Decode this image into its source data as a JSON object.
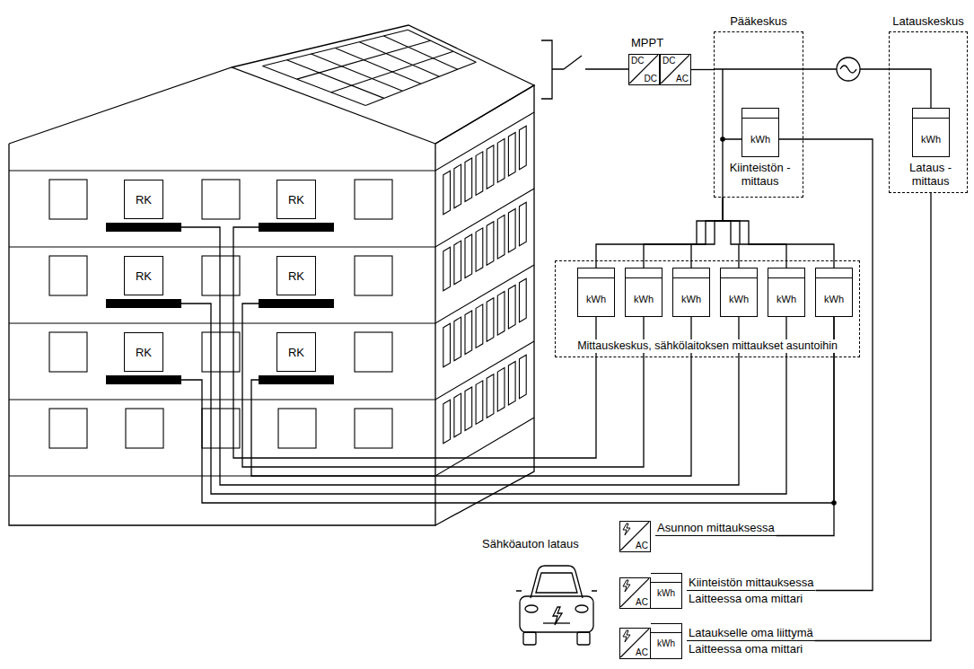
{
  "diagram": {
    "nodes": [
      {
        "text": [
          "Pääkeskus"
        ]
      },
      {
        "text": [
          "kWh",
          "Kiinteistön -mittaus"
        ],
        "in": 0
      },
      {
        "text": [
          "Latauskeskus"
        ]
      },
      {
        "text": [
          "kWh",
          "Lataus -mittaus"
        ],
        "in": 2
      },
      {
        "text": [
          "Mittauskeskus, sähkölaitoksen mittaukset asuntoihin"
        ]
      },
      {
        "text": [
          "kWh"
        ],
        "in": 4
      },
      {
        "text": [
          "kWh"
        ],
        "in": 4
      },
      {
        "text": [
          "kWh"
        ],
        "in": 4
      },
      {
        "text": [
          "kWh"
        ],
        "in": 4
      },
      {
        "text": [
          "kWh"
        ],
        "in": 4
      },
      {
        "text": [
          "kWh"
        ],
        "in": 4
      },
      {
        "text": [
          "DC",
          "DC"
        ]
      },
      {
        "text": [
          "DC",
          "AC"
        ]
      },
      {
        "text": [
          "RK"
        ]
      },
      {
        "text": [
          "RK"
        ]
      },
      {
        "text": [
          "RK"
        ]
      },
      {
        "text": [
          "RK"
        ]
      },
      {
        "text": [
          "RK"
        ]
      },
      {
        "text": [
          "RK"
        ]
      },
      {
        "text": [
          "AC",
          "Asunnon mittauksessa"
        ]
      },
      {
        "text": [
          "AC",
          "kWh",
          "Kiinteistön mittauksessa",
          "Laitteessa oma mittari"
        ]
      },
      {
        "text": [
          "AC",
          "kWh",
          "Lataukselle oma liittymä",
          "Laitteessa oma mittari"
        ]
      }
    ],
    "edges": [
      {
        "from": 12,
        "to": 0,
        "arrow": "none"
      },
      {
        "from": 0,
        "to": 3,
        "arrow": "none"
      },
      {
        "from": 5,
        "to": 0,
        "arrow": "none"
      },
      {
        "from": 6,
        "to": 0,
        "arrow": "none"
      },
      {
        "from": 7,
        "to": 0,
        "arrow": "none"
      },
      {
        "from": 8,
        "to": 0,
        "arrow": "none"
      },
      {
        "from": 9,
        "to": 0,
        "arrow": "none"
      },
      {
        "from": 10,
        "to": 0,
        "arrow": "none"
      },
      {
        "from": 1,
        "to": 20,
        "arrow": "none"
      },
      {
        "from": 2,
        "to": 21,
        "arrow": "none"
      },
      {
        "from": 14,
        "to": 5,
        "arrow": "none"
      },
      {
        "from": 16,
        "to": 6,
        "arrow": "none"
      },
      {
        "from": 18,
        "to": 7,
        "arrow": "none"
      },
      {
        "from": 13,
        "to": 8,
        "arrow": "none"
      },
      {
        "from": 15,
        "to": 9,
        "arrow": "none"
      },
      {
        "from": 17,
        "to": 10,
        "arrow": "none"
      },
      {
        "from": 10,
        "to": 19,
        "arrow": "none"
      }
    ],
    "labels": [
      "MPPT",
      "Sähköauton lataus"
    ]
  }
}
